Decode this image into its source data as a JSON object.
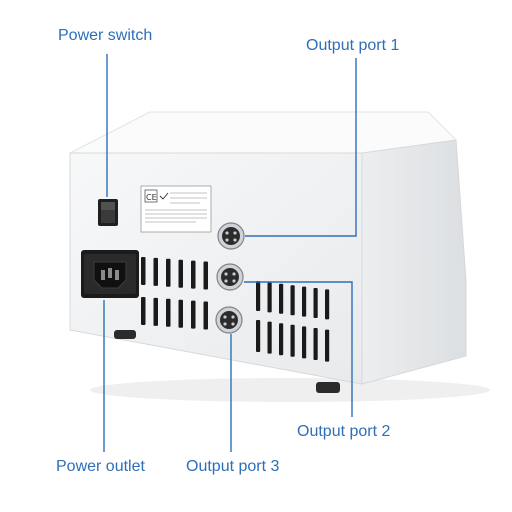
{
  "labels": {
    "power_switch": "Power switch",
    "output_port_1": "Output port 1",
    "output_port_2": "Output port 2",
    "power_outlet": "Power outlet",
    "output_port_3": "Output port 3"
  },
  "colors": {
    "label_text": "#2e6fb7",
    "leader_line": "#2e6fb7",
    "housing_front": "#f1f2f3",
    "housing_top": "#fafafa",
    "housing_side": "#e4e6e8",
    "vent_slot": "#1a1a1a",
    "foot": "#2b2b2b",
    "connector_ring": "#c9cdd2",
    "switch_body": "#222222"
  },
  "sticker_icons": [
    "ce-mark-icon",
    "check-mark-icon"
  ]
}
